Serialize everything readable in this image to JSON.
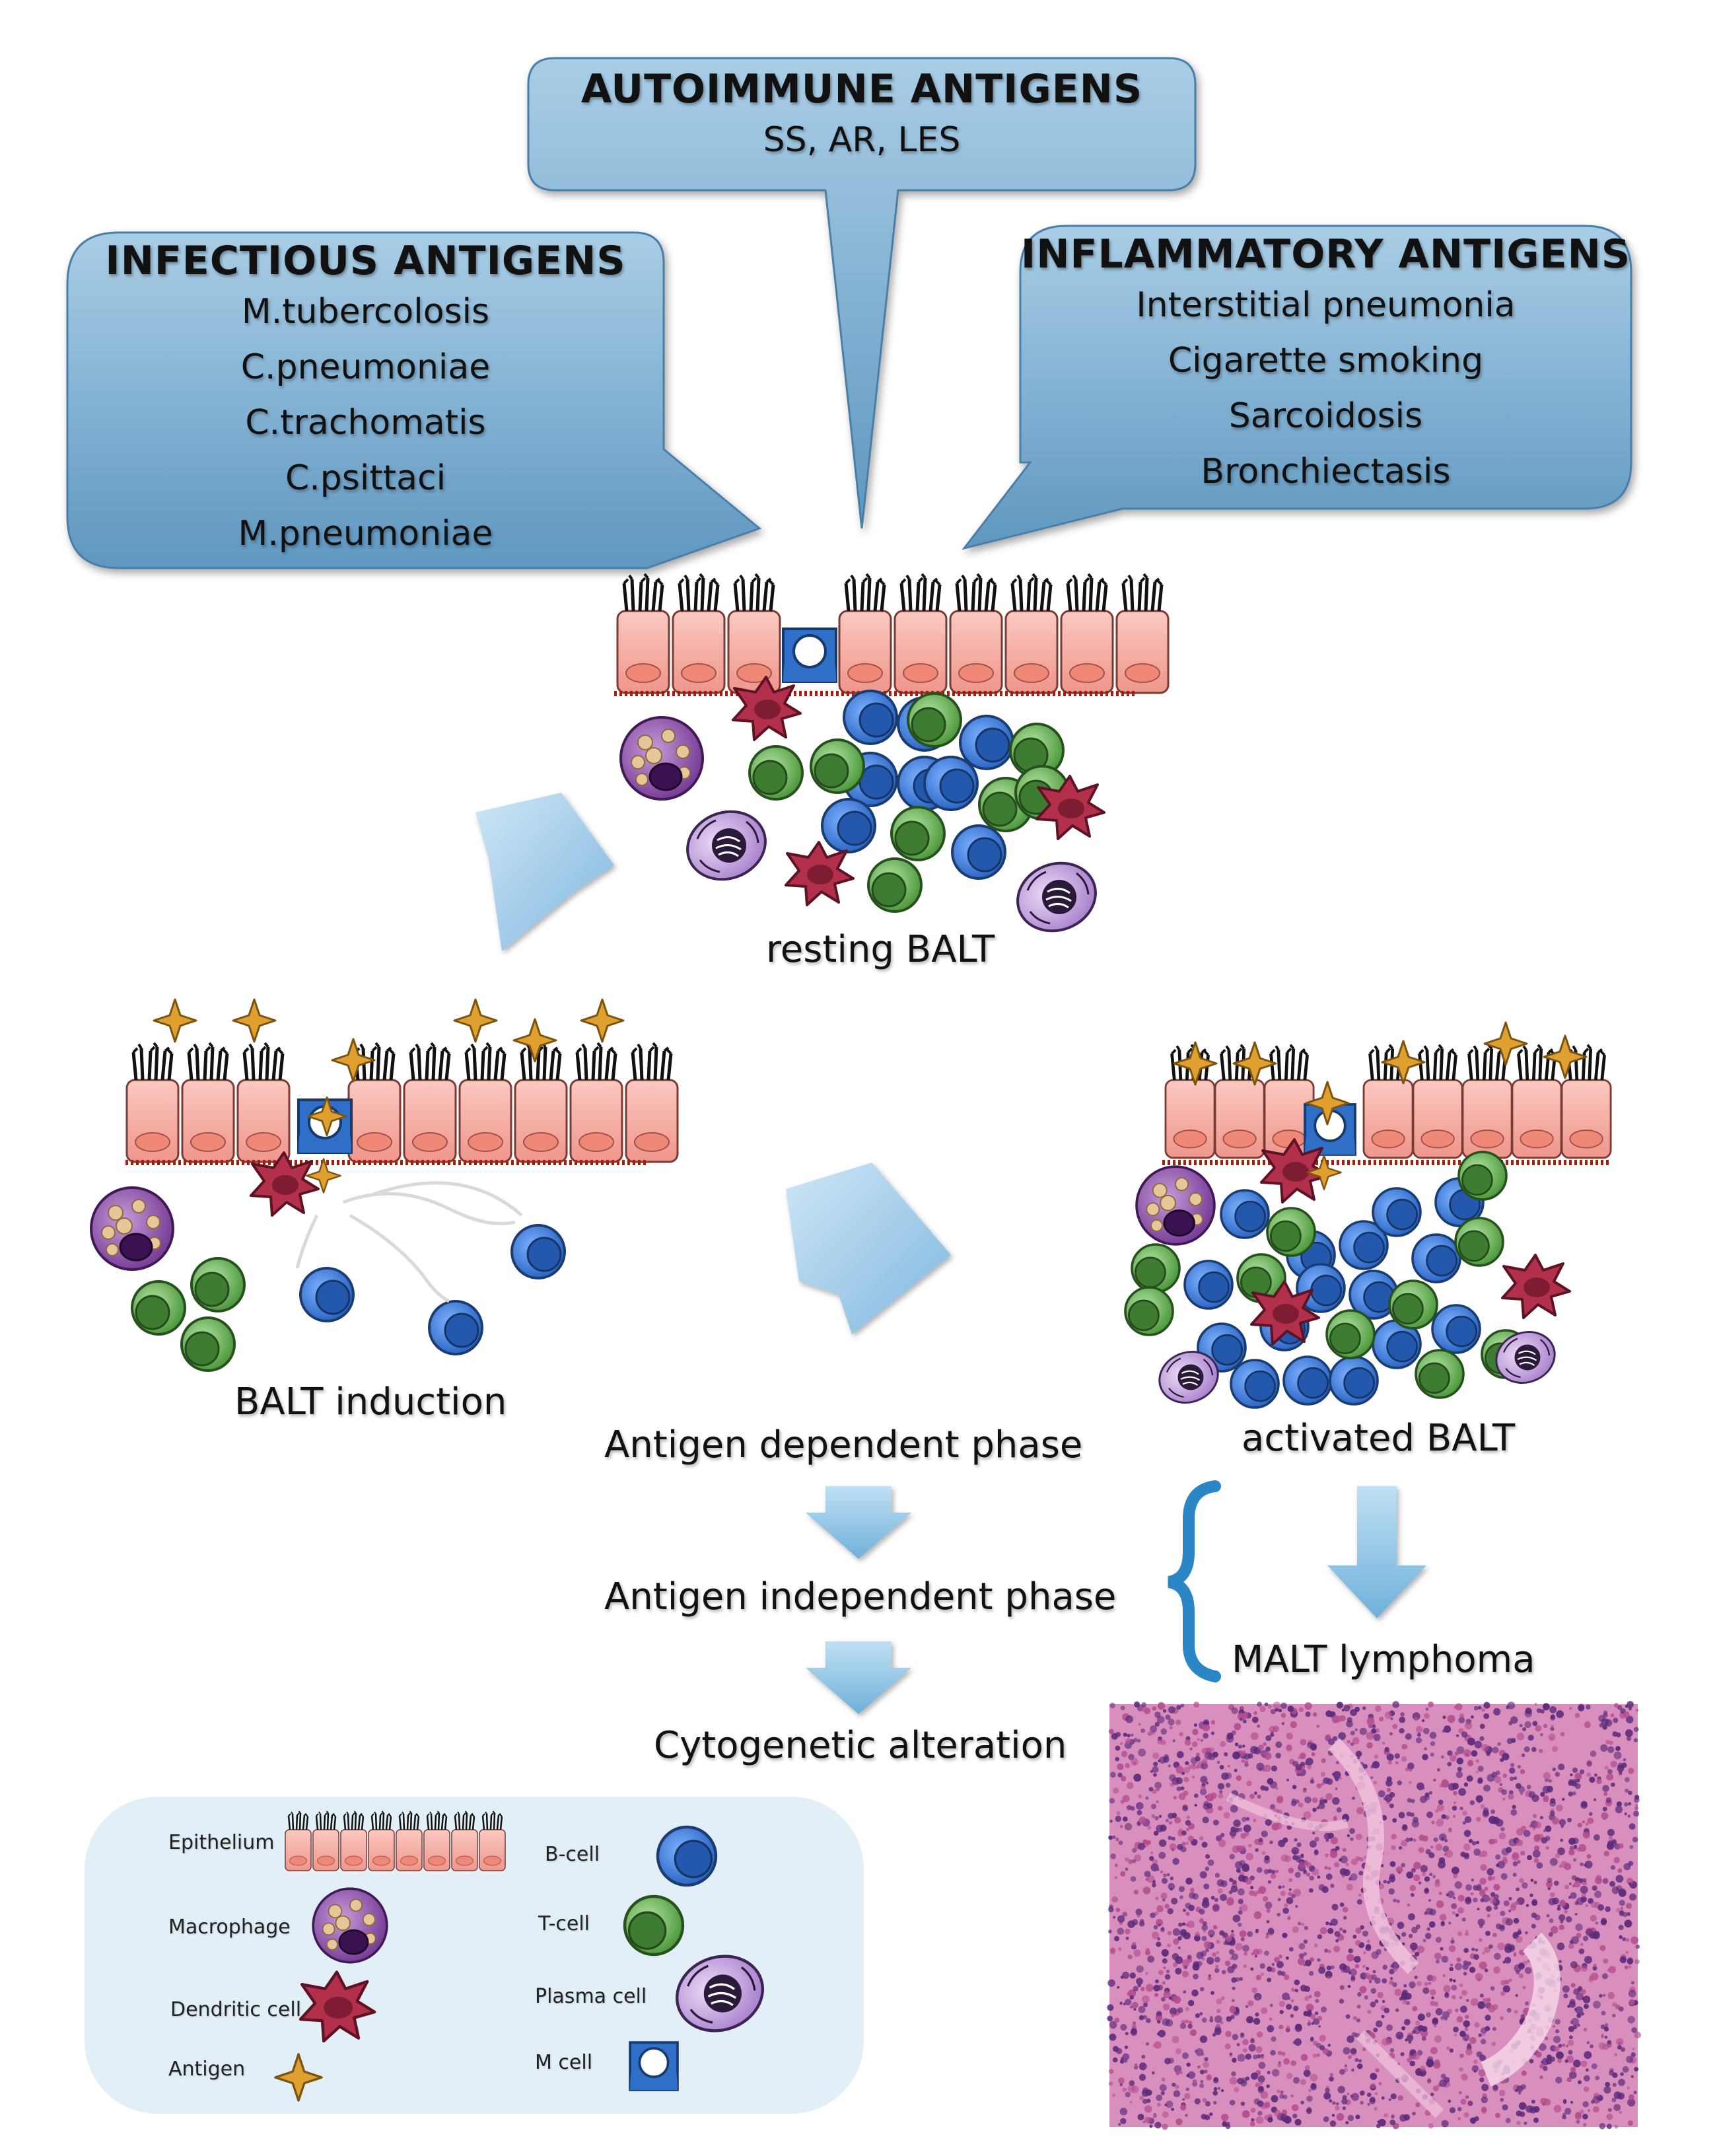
{
  "bubbles": {
    "autoimmune": {
      "title": "AUTOIMMUNE ANTIGENS",
      "items": [
        "SS, AR, LES"
      ]
    },
    "infectious": {
      "title": "INFECTIOUS ANTIGENS",
      "items": [
        "M.tubercolosis",
        "C.pneumoniae",
        "C.trachomatis",
        "C.psittaci",
        "M.pneumoniae"
      ]
    },
    "inflammatory": {
      "title": "INFLAMMATORY ANTIGENS",
      "items": [
        "Interstitial pneumonia",
        "Cigarette smoking",
        "Sarcoidosis",
        "Bronchiectasis"
      ]
    }
  },
  "stages": {
    "resting": "resting BALT",
    "induction": "BALT induction",
    "activated": "activated BALT"
  },
  "phases": {
    "dependent": "Antigen dependent phase",
    "independent": "Antigen independent phase",
    "cytogenetic": "Cytogenetic alteration",
    "lymphoma": "MALT lymphoma"
  },
  "legend": {
    "epithelium": "Epithelium",
    "macrophage": "Macrophage",
    "dendritic": "Dendritic cell",
    "antigen": "Antigen",
    "bcell": "B-cell",
    "tcell": "T-cell",
    "plasma": "Plasma cell",
    "mcell": "M cell"
  },
  "colors": {
    "bubble_fill": "#7db3d6",
    "arrow": "#9fcce8",
    "epithelium": "#f6b1a8",
    "bcell": "#3b7fd9",
    "tcell": "#6cbd5c",
    "dendritic": "#b3304d",
    "macrophage": "#8e5aa8",
    "plasma": "#c7a6e0",
    "antigen": "#e0a030",
    "histology": "#d87fb4"
  }
}
